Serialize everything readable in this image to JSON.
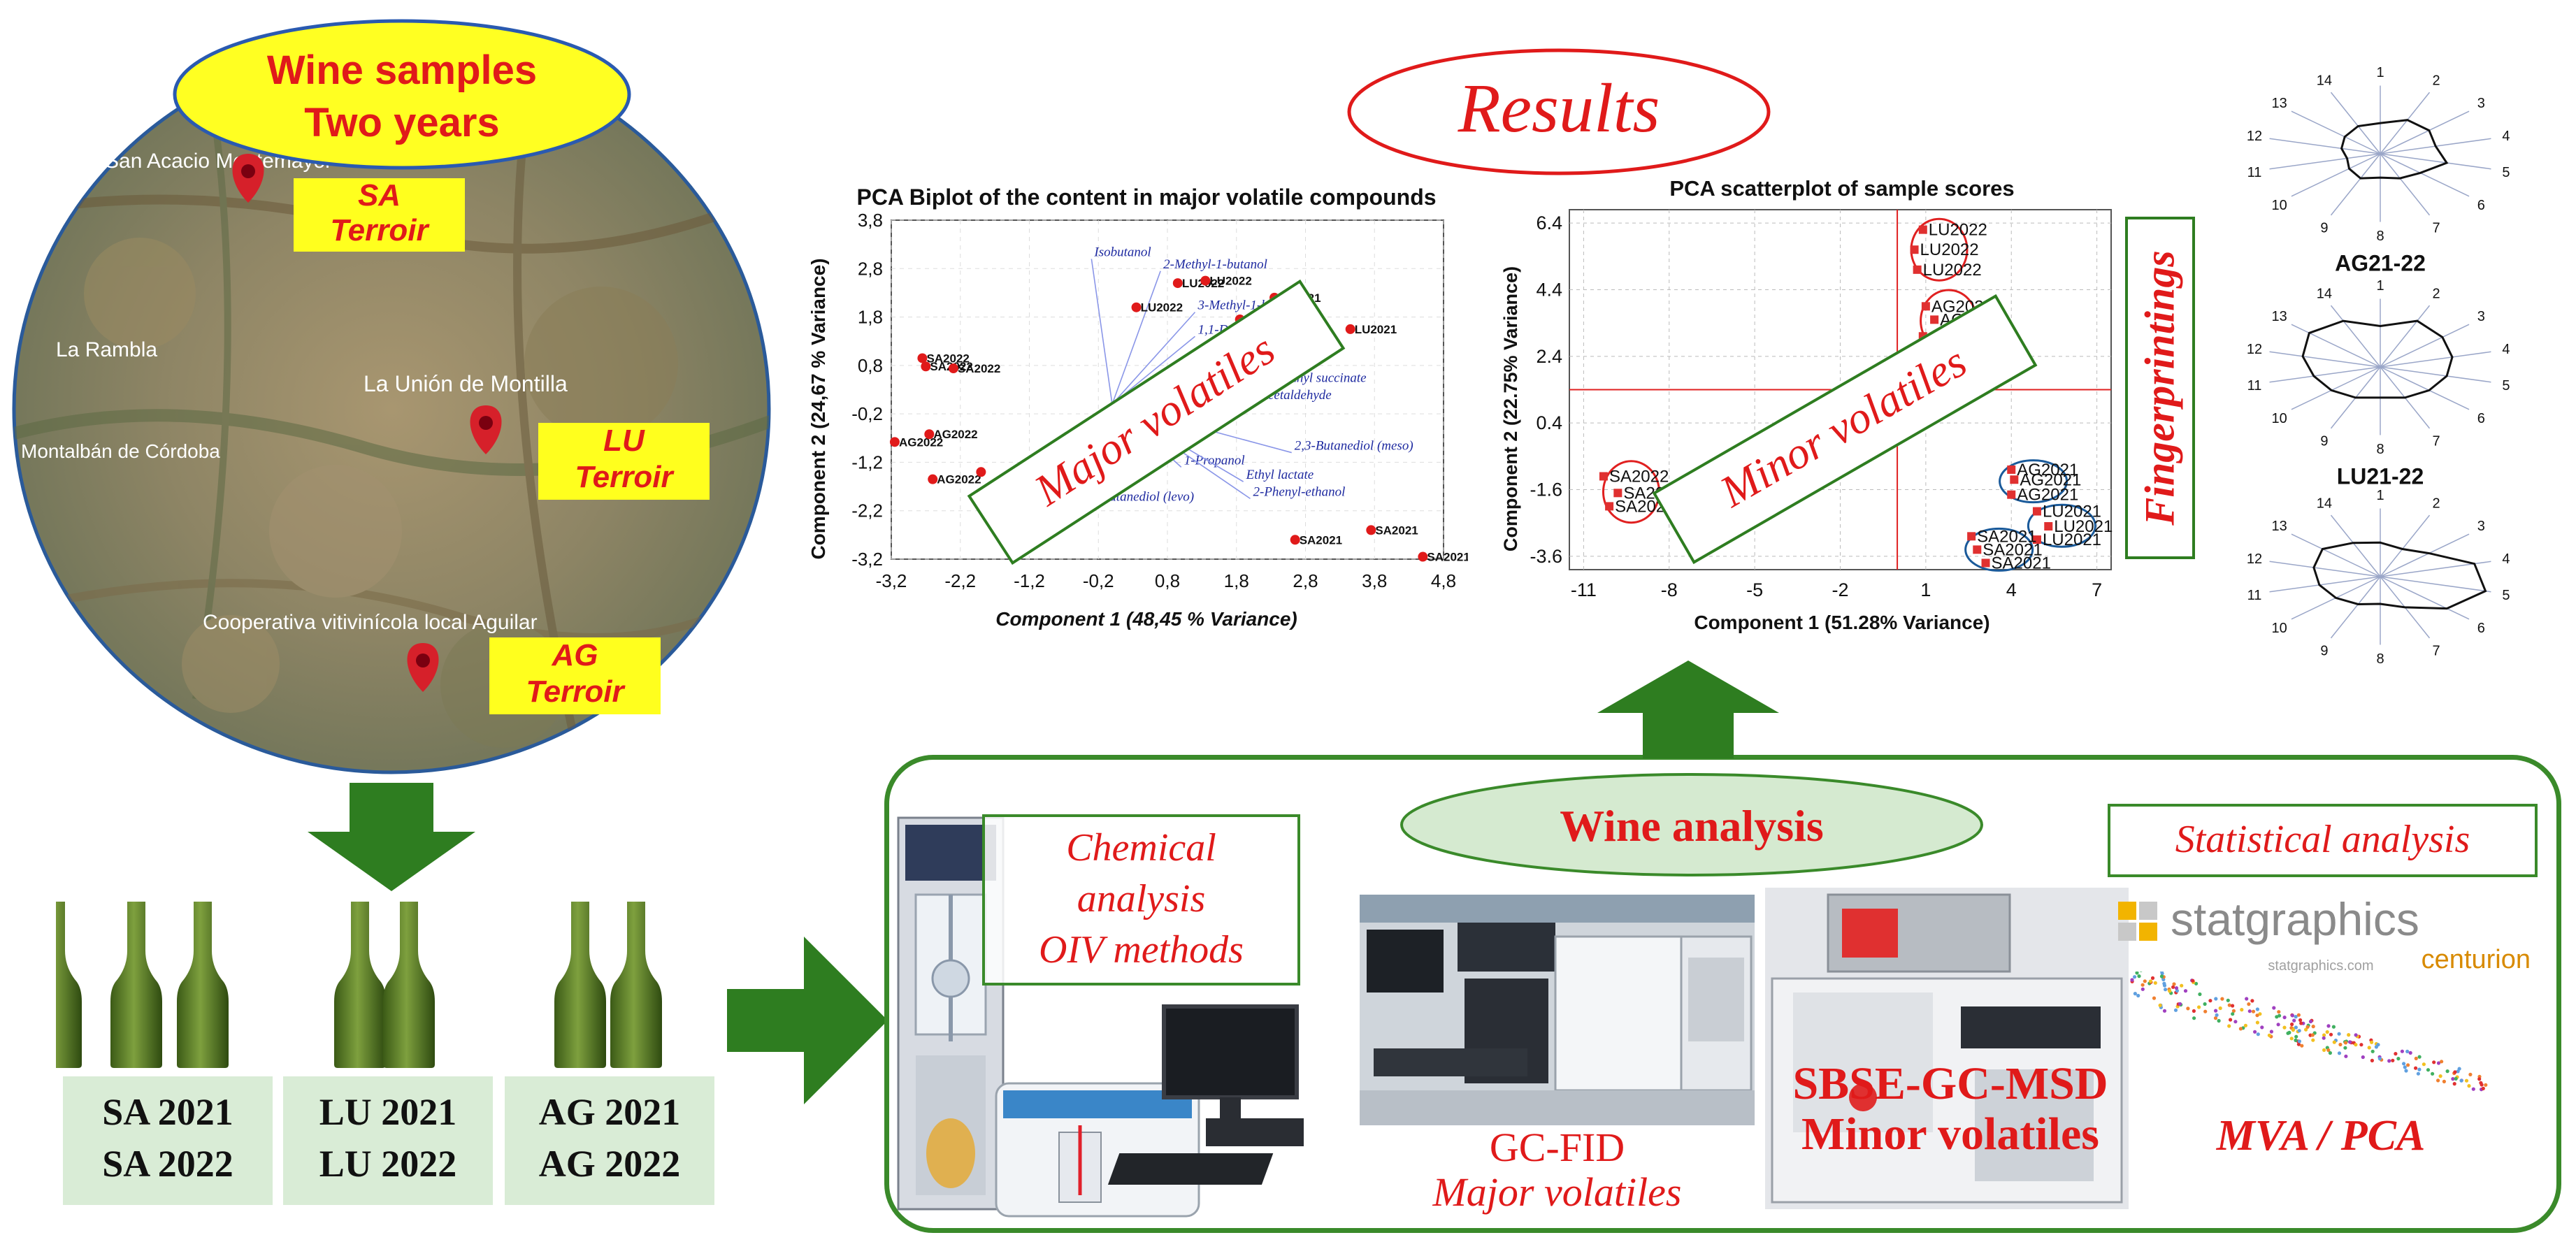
{
  "map": {
    "title_line1": "Wine samples",
    "title_line2": "Two years",
    "places": [
      "San Acacio Montemayor",
      "La Rambla",
      "La Unión de Montilla",
      "Montalbán de Córdoba",
      "Cooperativa vitivinícola local Aguilar"
    ],
    "terroirs": [
      {
        "code": "SA",
        "label": "Terroir"
      },
      {
        "code": "LU",
        "label": "Terroir"
      },
      {
        "code": "AG",
        "label": "Terroir"
      }
    ]
  },
  "samples": [
    {
      "line1": "SA 2021",
      "line2": "SA 2022"
    },
    {
      "line1": "LU 2021",
      "line2": "LU 2022"
    },
    {
      "line1": "AG 2021",
      "line2": "AG 2022"
    }
  ],
  "results_title": "Results",
  "analysis": {
    "title": "Wine analysis",
    "chemical": [
      "Chemical",
      "analysis",
      "OIV methods"
    ],
    "gcfid": [
      "GC-FID",
      "Major volatiles"
    ],
    "sbse": [
      "SBSE-GC-MSD",
      "Minor volatiles"
    ],
    "statistical": "Statistical analysis",
    "brand_main": "statgraphics",
    "brand_sub": "centurion",
    "brand_url": "statgraphics.com",
    "mva": "MVA / PCA"
  },
  "chart_data": [
    {
      "type": "scatter",
      "title": "PCA Biplot of the content in major volatile compounds",
      "xlabel": "Component 1 (48,45 % Variance)",
      "ylabel": "Component 2 (24,67 % Variance)",
      "xlim": [
        -3.2,
        4.8
      ],
      "ylim": [
        -3.2,
        3.8
      ],
      "xticks": [
        "-3,2",
        "-2,2",
        "-1,2",
        "-0,2",
        "0,8",
        "1,8",
        "2,8",
        "3,8",
        "4,8"
      ],
      "yticks": [
        "3,8",
        "2,8",
        "1,8",
        "0,8",
        "-0,2",
        "-1,2",
        "-2,2",
        "-3,2"
      ],
      "overlay_label": "Major volatiles",
      "points": [
        {
          "label": "SA2022",
          "x": -2.75,
          "y": 0.95
        },
        {
          "label": "SA2022",
          "x": -2.7,
          "y": 0.78
        },
        {
          "label": "SA2022",
          "x": -2.3,
          "y": 0.74
        },
        {
          "label": "AG2022",
          "x": -3.15,
          "y": -0.78
        },
        {
          "label": "AG2022",
          "x": -2.65,
          "y": -0.62
        },
        {
          "label": "AG2022",
          "x": -2.6,
          "y": -1.55
        },
        {
          "label": "",
          "x": -1.9,
          "y": -1.4
        },
        {
          "label": "LU2022",
          "x": 0.35,
          "y": 2.0
        },
        {
          "label": "LU2022",
          "x": 0.95,
          "y": 2.5
        },
        {
          "label": "LU2022",
          "x": 1.35,
          "y": 2.55
        },
        {
          "label": "LU2021",
          "x": 1.85,
          "y": 1.75
        },
        {
          "label": "LU2021",
          "x": 2.35,
          "y": 2.2
        },
        {
          "label": "LU2021",
          "x": 3.45,
          "y": 1.55
        },
        {
          "label": "SA2021",
          "x": 2.65,
          "y": -2.8
        },
        {
          "label": "SA2021",
          "x": 3.75,
          "y": -2.6
        },
        {
          "label": "SA2021",
          "x": 4.5,
          "y": -3.15
        }
      ],
      "vectors": [
        {
          "name": "Isobutanol",
          "x": -0.3,
          "y": 3.0
        },
        {
          "name": "2-Methyl-1-butanol",
          "x": 0.7,
          "y": 2.75
        },
        {
          "name": "3-Methyl-1-butanol",
          "x": 1.2,
          "y": 1.9
        },
        {
          "name": "1,1-Diethoxyethane",
          "x": 1.2,
          "y": 1.4
        },
        {
          "name": "Glycerol",
          "x": 2.2,
          "y": 0.8
        },
        {
          "name": "Diethyl succinate",
          "x": 2.3,
          "y": 0.4
        },
        {
          "name": "Acetaldehyde",
          "x": 2.1,
          "y": 0.05
        },
        {
          "name": "2,3-Butanediol (meso)",
          "x": 2.6,
          "y": -1.0
        },
        {
          "name": "1-Propanol",
          "x": 1.0,
          "y": -1.3
        },
        {
          "name": "Ethyl lactate",
          "x": 1.9,
          "y": -1.6
        },
        {
          "name": "2-Phenyl-ethanol",
          "x": 2.0,
          "y": -1.95
        },
        {
          "name": "2,3-Butanediol (levo)",
          "x": -0.5,
          "y": -2.05
        }
      ]
    },
    {
      "type": "scatter",
      "title": "PCA scatterplot of sample scores",
      "xlabel": "Component 1 (51.28% Variance)",
      "ylabel": "Component 2 (22.75% Variance)",
      "xlim": [
        -11.5,
        7.5
      ],
      "ylim": [
        -4,
        6.8
      ],
      "xticks": [
        "-11",
        "-8",
        "-5",
        "-2",
        "1",
        "4",
        "7"
      ],
      "yticks": [
        "6.4",
        "4.4",
        "2.4",
        "0.4",
        "-1.6",
        "-3.6"
      ],
      "overlay_label": "Minor volatiles",
      "points": [
        {
          "label": "LU2022",
          "x": 0.9,
          "y": 6.2,
          "color": "#e03030"
        },
        {
          "label": "LU2022",
          "x": 0.6,
          "y": 5.6,
          "color": "#e03030"
        },
        {
          "label": "LU2022",
          "x": 0.7,
          "y": 5.0,
          "color": "#e03030"
        },
        {
          "label": "AG2022",
          "x": 1.0,
          "y": 3.9,
          "color": "#e03030"
        },
        {
          "label": "AG2022",
          "x": 1.3,
          "y": 3.5,
          "color": "#e03030"
        },
        {
          "label": "AG2022",
          "x": 0.9,
          "y": 3.0,
          "color": "#e03030"
        },
        {
          "label": "SA2022",
          "x": -10.3,
          "y": -1.2,
          "color": "#e03030"
        },
        {
          "label": "SA2022",
          "x": -9.8,
          "y": -1.7,
          "color": "#e03030"
        },
        {
          "label": "SA2022",
          "x": -10.1,
          "y": -2.1,
          "color": "#e03030"
        },
        {
          "label": "AG2021",
          "x": 4.0,
          "y": -1.0,
          "color": "#e03030"
        },
        {
          "label": "AG2021",
          "x": 4.1,
          "y": -1.3,
          "color": "#e03030"
        },
        {
          "label": "AG2021",
          "x": 4.0,
          "y": -1.75,
          "color": "#e03030"
        },
        {
          "label": "LU2021",
          "x": 4.9,
          "y": -2.25,
          "color": "#e03030"
        },
        {
          "label": "LU2021",
          "x": 5.3,
          "y": -2.7,
          "color": "#e03030"
        },
        {
          "label": "LU2021",
          "x": 4.9,
          "y": -3.1,
          "color": "#e03030"
        },
        {
          "label": "SA2021",
          "x": 2.6,
          "y": -3.0,
          "color": "#e03030"
        },
        {
          "label": "SA2021",
          "x": 2.8,
          "y": -3.4,
          "color": "#e03030"
        },
        {
          "label": "SA2021",
          "x": 3.1,
          "y": -3.8,
          "color": "#e03030"
        }
      ]
    },
    {
      "type": "radar",
      "axes": [
        "1",
        "2",
        "3",
        "4",
        "5",
        "6",
        "7",
        "8",
        "9",
        "10",
        "11",
        "12",
        "13",
        "14"
      ],
      "fingerprint_title": "Fingerprintings",
      "charts": [
        {
          "title": "AG21-22",
          "values": [
            0.45,
            0.55,
            0.55,
            0.5,
            0.6,
            0.45,
            0.4,
            0.35,
            0.4,
            0.35,
            0.3,
            0.35,
            0.4,
            0.45
          ]
        },
        {
          "title": "LU21-22",
          "values": [
            0.6,
            0.75,
            0.7,
            0.65,
            0.6,
            0.55,
            0.5,
            0.45,
            0.5,
            0.55,
            0.6,
            0.7,
            0.8,
            0.75
          ]
        },
        {
          "title": "SA21-22",
          "values": [
            0.5,
            0.45,
            0.55,
            0.85,
            0.95,
            0.75,
            0.5,
            0.4,
            0.45,
            0.5,
            0.55,
            0.6,
            0.65,
            0.55
          ]
        }
      ]
    }
  ]
}
